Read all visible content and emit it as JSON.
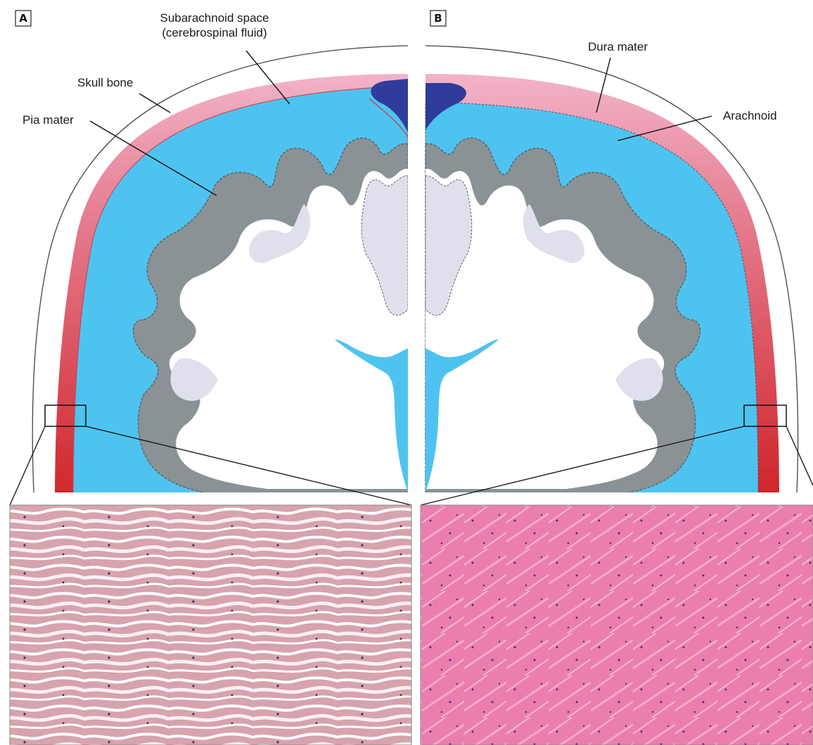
{
  "panels": [
    {
      "letter": "A"
    },
    {
      "letter": "B"
    }
  ],
  "labels": {
    "subarachnoid_line1": "Subarachnoid space",
    "subarachnoid_line2": "(cerebrospinal fluid)",
    "skull_bone": "Skull bone",
    "pia_mater": "Pia mater",
    "dura_mater": "Dura mater",
    "arachnoid": "Arachnoid"
  },
  "colors": {
    "dura": "#f0a8c0",
    "dura_dark": "#d43a3a",
    "csf": "#4fc2ee",
    "cortex": "#8f9699",
    "white_matter": "#dfe0ea",
    "sinus": "#2e3a9a",
    "histology_a": "#d39aa4",
    "histology_b": "#e778a6"
  }
}
